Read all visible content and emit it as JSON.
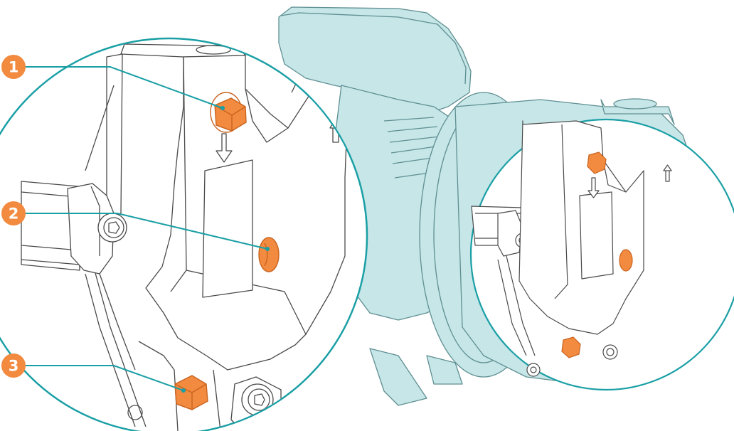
{
  "colors": {
    "teal": "#1a9fa5",
    "pump_fill": "#c6e6e8",
    "pump_stroke": "#5f8f92",
    "orange": "#f28a3f",
    "orange_dark": "#c96420",
    "line": "#4a4a4a",
    "white": "#ffffff"
  },
  "callouts": [
    {
      "number": "1",
      "part": "upper-hex-plug"
    },
    {
      "number": "2",
      "part": "center-round-plug"
    },
    {
      "number": "3",
      "part": "lower-hex-plug"
    }
  ]
}
